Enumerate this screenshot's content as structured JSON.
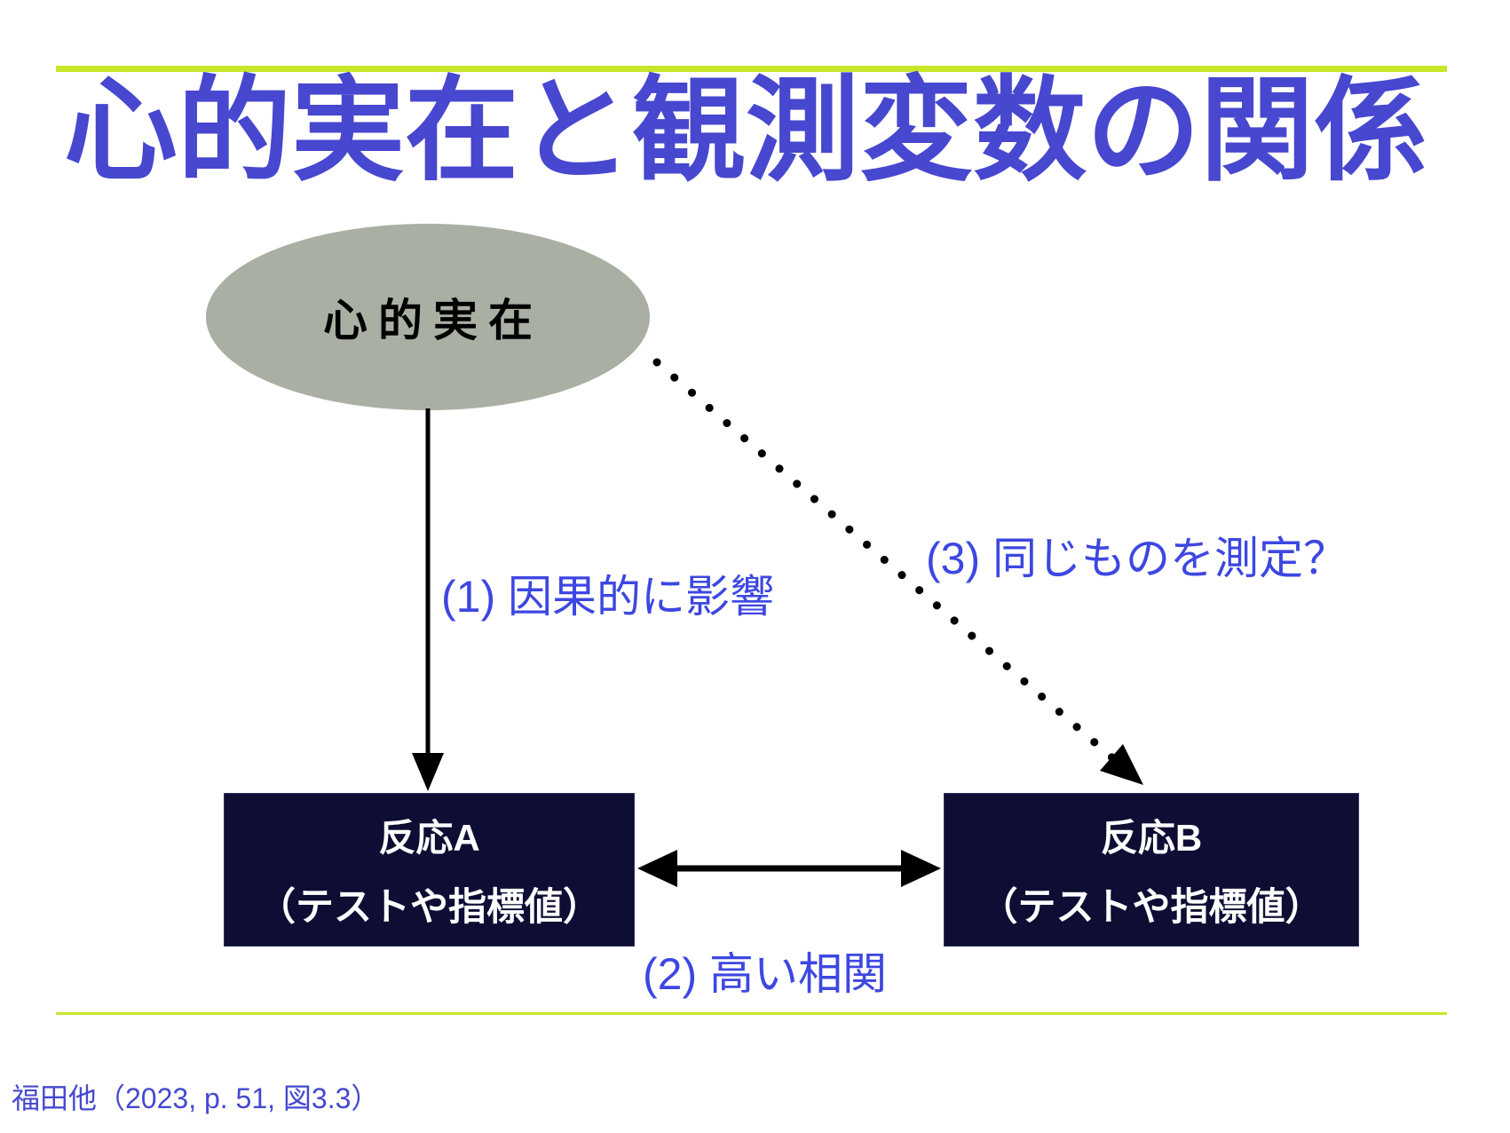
{
  "slide": {
    "title": "心的実在と観測変数の関係",
    "footer_citation": "福田他（2023, p. 51, 図3.3）"
  },
  "diagram": {
    "ellipse_label": "心的実在",
    "box_a": {
      "line1": "反応A",
      "line2": "（テストや指標値）"
    },
    "box_b": {
      "line1": "反応B",
      "line2": "（テストや指標値）"
    },
    "edge_labels": {
      "causal": "(1) 因果的に影響",
      "correlation": "(2) 高い相関",
      "same_measure": "(3) 同じものを測定？"
    }
  },
  "colors": {
    "background": "#ffffff",
    "title": "#4747cf",
    "label": "#3d47e1",
    "footer": "#4549cf",
    "accent_line": "#c6e72b",
    "ellipse_fill": "#a9afa2",
    "ellipse_text": "#000000",
    "box_fill": "#0e0e34",
    "box_text": "#ffffff",
    "arrow": "#000000"
  }
}
